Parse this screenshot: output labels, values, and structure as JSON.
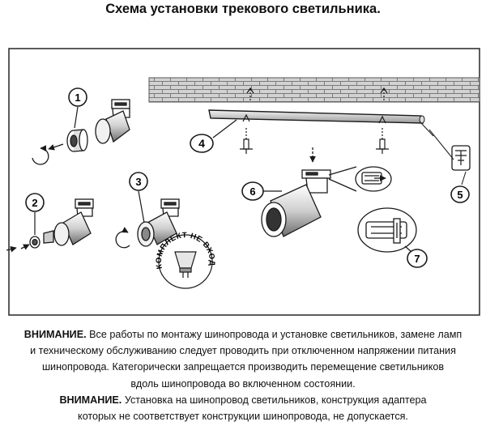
{
  "title": "Схема установки трекового светильника.",
  "callouts": [
    "1",
    "2",
    "3",
    "4",
    "5",
    "6",
    "7"
  ],
  "stamp": {
    "text": "В КОМПЛЕКТ НЕ ВХОДИТ",
    "icon": "lamp-bulb-icon"
  },
  "warnings": [
    {
      "label": "ВНИМАНИЕ.",
      "lines": [
        "Все работы по монтажу шинопровода и установке светильников, замене ламп",
        "и техническому обслуживанию следует проводить при отключенном напряжении питания",
        "шинопровода. Категорически запрещается производить перемещение светильников",
        "вдоль шинопровода во включенном состоянии."
      ]
    },
    {
      "label": "ВНИМАНИЕ.",
      "lines": [
        "Установка на шинопровод светильников, конструкция адаптера",
        "которых не соответствует конструкции шинопровода, не допускается."
      ]
    }
  ],
  "colors": {
    "line": "#1a1a1a",
    "brick": "#c9c9c9",
    "panel_border": "#333333"
  }
}
